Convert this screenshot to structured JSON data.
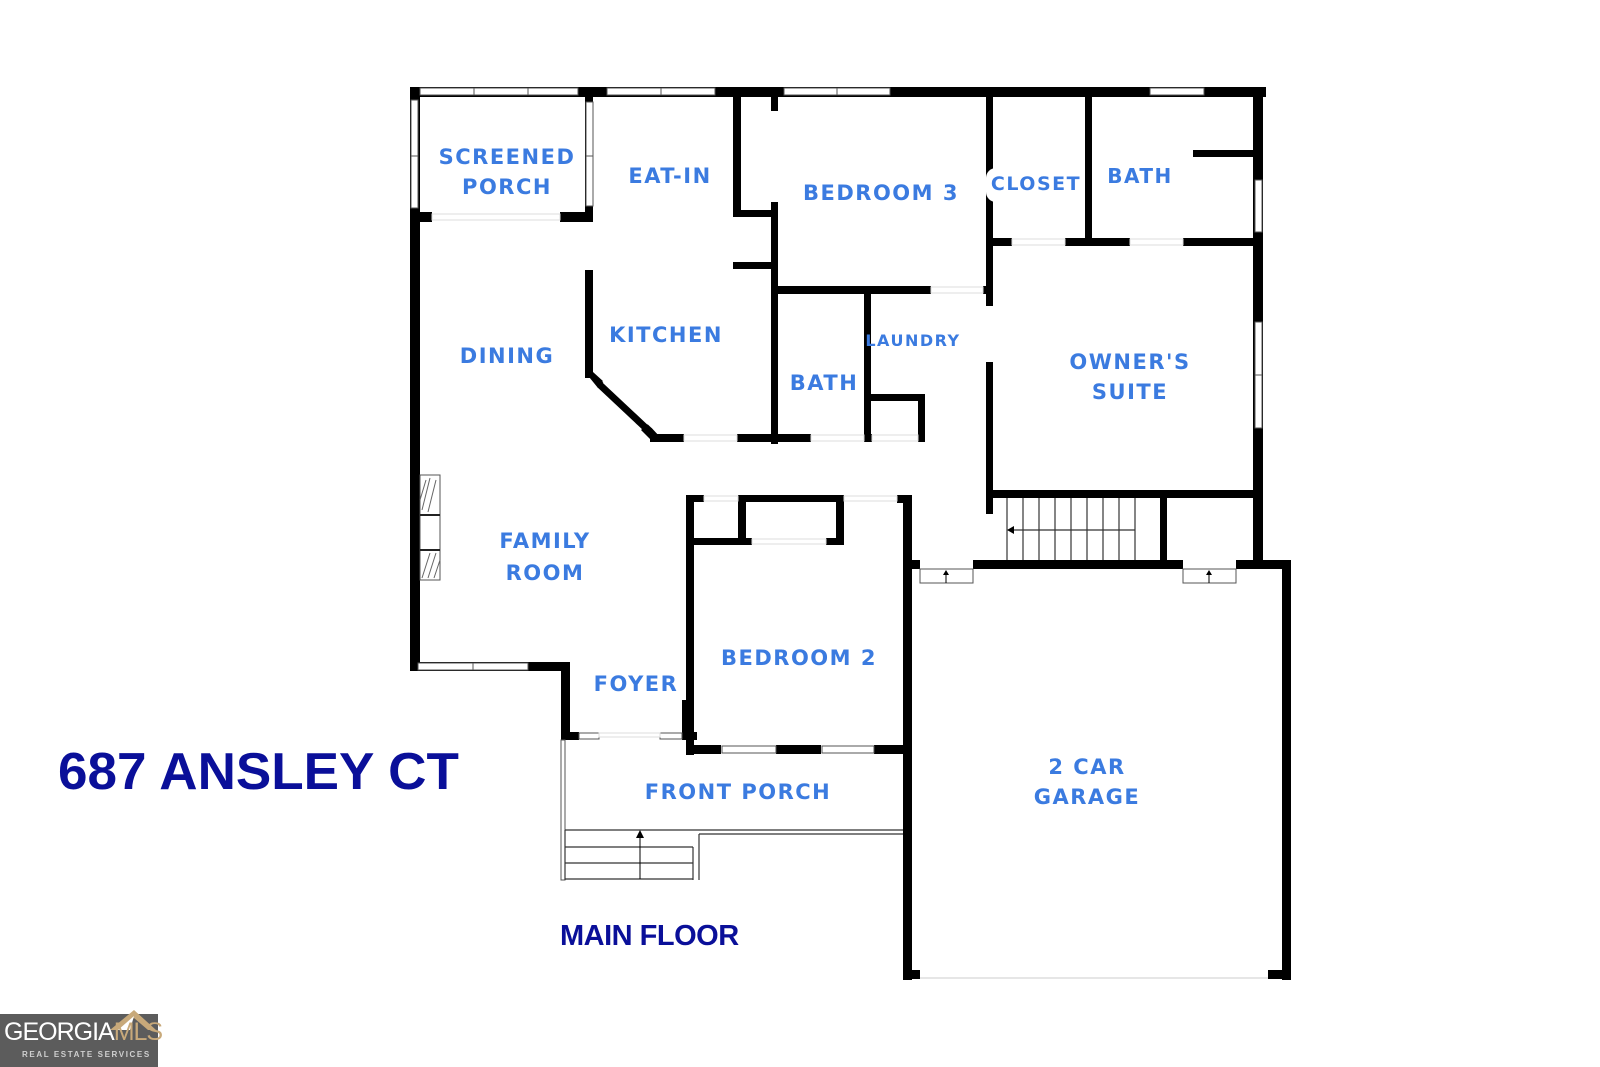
{
  "listing": {
    "address": "687 ANSLEY CT",
    "floor_name": "MAIN FLOOR"
  },
  "rooms": {
    "screened_porch": {
      "line1": "SCREENED",
      "line2": "PORCH"
    },
    "eat_in": {
      "line1": "EAT-IN"
    },
    "bedroom_3": {
      "line1": "BEDROOM 3"
    },
    "closet": {
      "line1": "CLOSET"
    },
    "bath_owner": {
      "line1": "BATH"
    },
    "kitchen": {
      "line1": "KITCHEN"
    },
    "dining": {
      "line1": "DINING"
    },
    "laundry": {
      "line1": "LAUNDRY"
    },
    "bath_hall": {
      "line1": "BATH"
    },
    "owners_suite": {
      "line1": "OWNER'S",
      "line2": "SUITE"
    },
    "family_room": {
      "line1": "FAMILY",
      "line2": "ROOM"
    },
    "bedroom_2": {
      "line1": "BEDROOM 2"
    },
    "foyer": {
      "line1": "FOYER"
    },
    "front_porch": {
      "line1": "FRONT PORCH"
    },
    "garage": {
      "line1": "2 CAR",
      "line2": "GARAGE"
    }
  },
  "logo": {
    "brand_main": "GEORGIA",
    "brand_accent": "MLS",
    "tagline": "REAL ESTATE SERVICES"
  },
  "colors": {
    "room_label": "#3b7be0",
    "heading": "#0a0f99",
    "wall": "#000000",
    "logo_bg": "#5c5c5c",
    "logo_accent": "#c8a97a"
  }
}
